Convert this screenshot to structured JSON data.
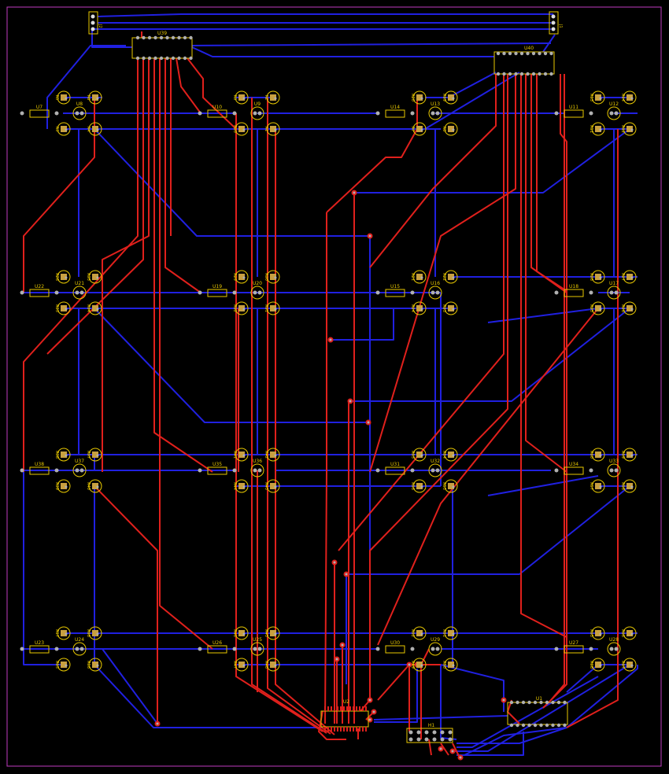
{
  "colors": {
    "background": "#000000",
    "board_outline": "#c03cc0",
    "top_copper": "#e0201c",
    "bottom_copper": "#2020e0",
    "silkscreen": "#e8c800",
    "pad": "#c8a040",
    "via": "#b0b0b0"
  },
  "headers": {
    "j2": "J2",
    "j1": "J1",
    "h1": "H1"
  },
  "ics": {
    "u39": "U39",
    "u40": "U40",
    "u1": "U1",
    "u2": "U2"
  },
  "cells": [
    {
      "res": "U7",
      "led": "U8",
      "q": [
        "R5",
        "R6",
        "R3",
        "R4"
      ]
    },
    {
      "res": "U10",
      "led": "U9",
      "q": [
        "R9",
        "R2",
        "R10",
        "R1"
      ]
    },
    {
      "res": "U14",
      "led": "U13",
      "q": [
        "R20",
        "R19",
        "R7",
        "R8"
      ]
    },
    {
      "res": "U11",
      "led": "U12",
      "q": [
        "R13",
        "R14",
        "R11",
        "R12"
      ]
    },
    {
      "res": "U22",
      "led": "U21",
      "q": [
        "R26",
        "R35",
        "R33",
        "R34"
      ]
    },
    {
      "res": "U19",
      "led": "U20",
      "q": [
        "R29",
        "R30",
        "R32",
        "R31"
      ]
    },
    {
      "res": "U15",
      "led": "U16",
      "q": [
        "R21",
        "R22",
        "R24",
        "R23"
      ]
    },
    {
      "res": "U18",
      "led": "U17",
      "q": [
        "R28",
        "R27",
        "R25",
        "R26"
      ]
    },
    {
      "res": "U38",
      "led": "U37",
      "q": [
        "R38",
        "R37",
        "R39",
        "R40"
      ]
    },
    {
      "res": "U35",
      "led": "U36",
      "q": [
        "R41",
        "R42",
        "R44",
        "R43"
      ]
    },
    {
      "res": "U31",
      "led": "U32",
      "q": [
        "R53",
        "R54",
        "R56",
        "R55"
      ]
    },
    {
      "res": "U34",
      "led": "U33",
      "q": [
        "R60",
        "R59",
        "R57",
        "R58"
      ]
    },
    {
      "res": "U23",
      "led": "U24",
      "q": [
        "R17",
        "R18",
        "R15",
        "R16"
      ]
    },
    {
      "res": "U26",
      "led": "U25",
      "q": [
        "R46",
        "R45",
        "R47",
        "R48"
      ]
    },
    {
      "res": "U30",
      "led": "U29",
      "q": [
        "R52",
        "R51",
        "R49",
        "R50"
      ]
    },
    {
      "res": "U27",
      "led": "U28",
      "q": [
        "R65",
        "R66",
        "R68",
        "R67"
      ]
    }
  ]
}
